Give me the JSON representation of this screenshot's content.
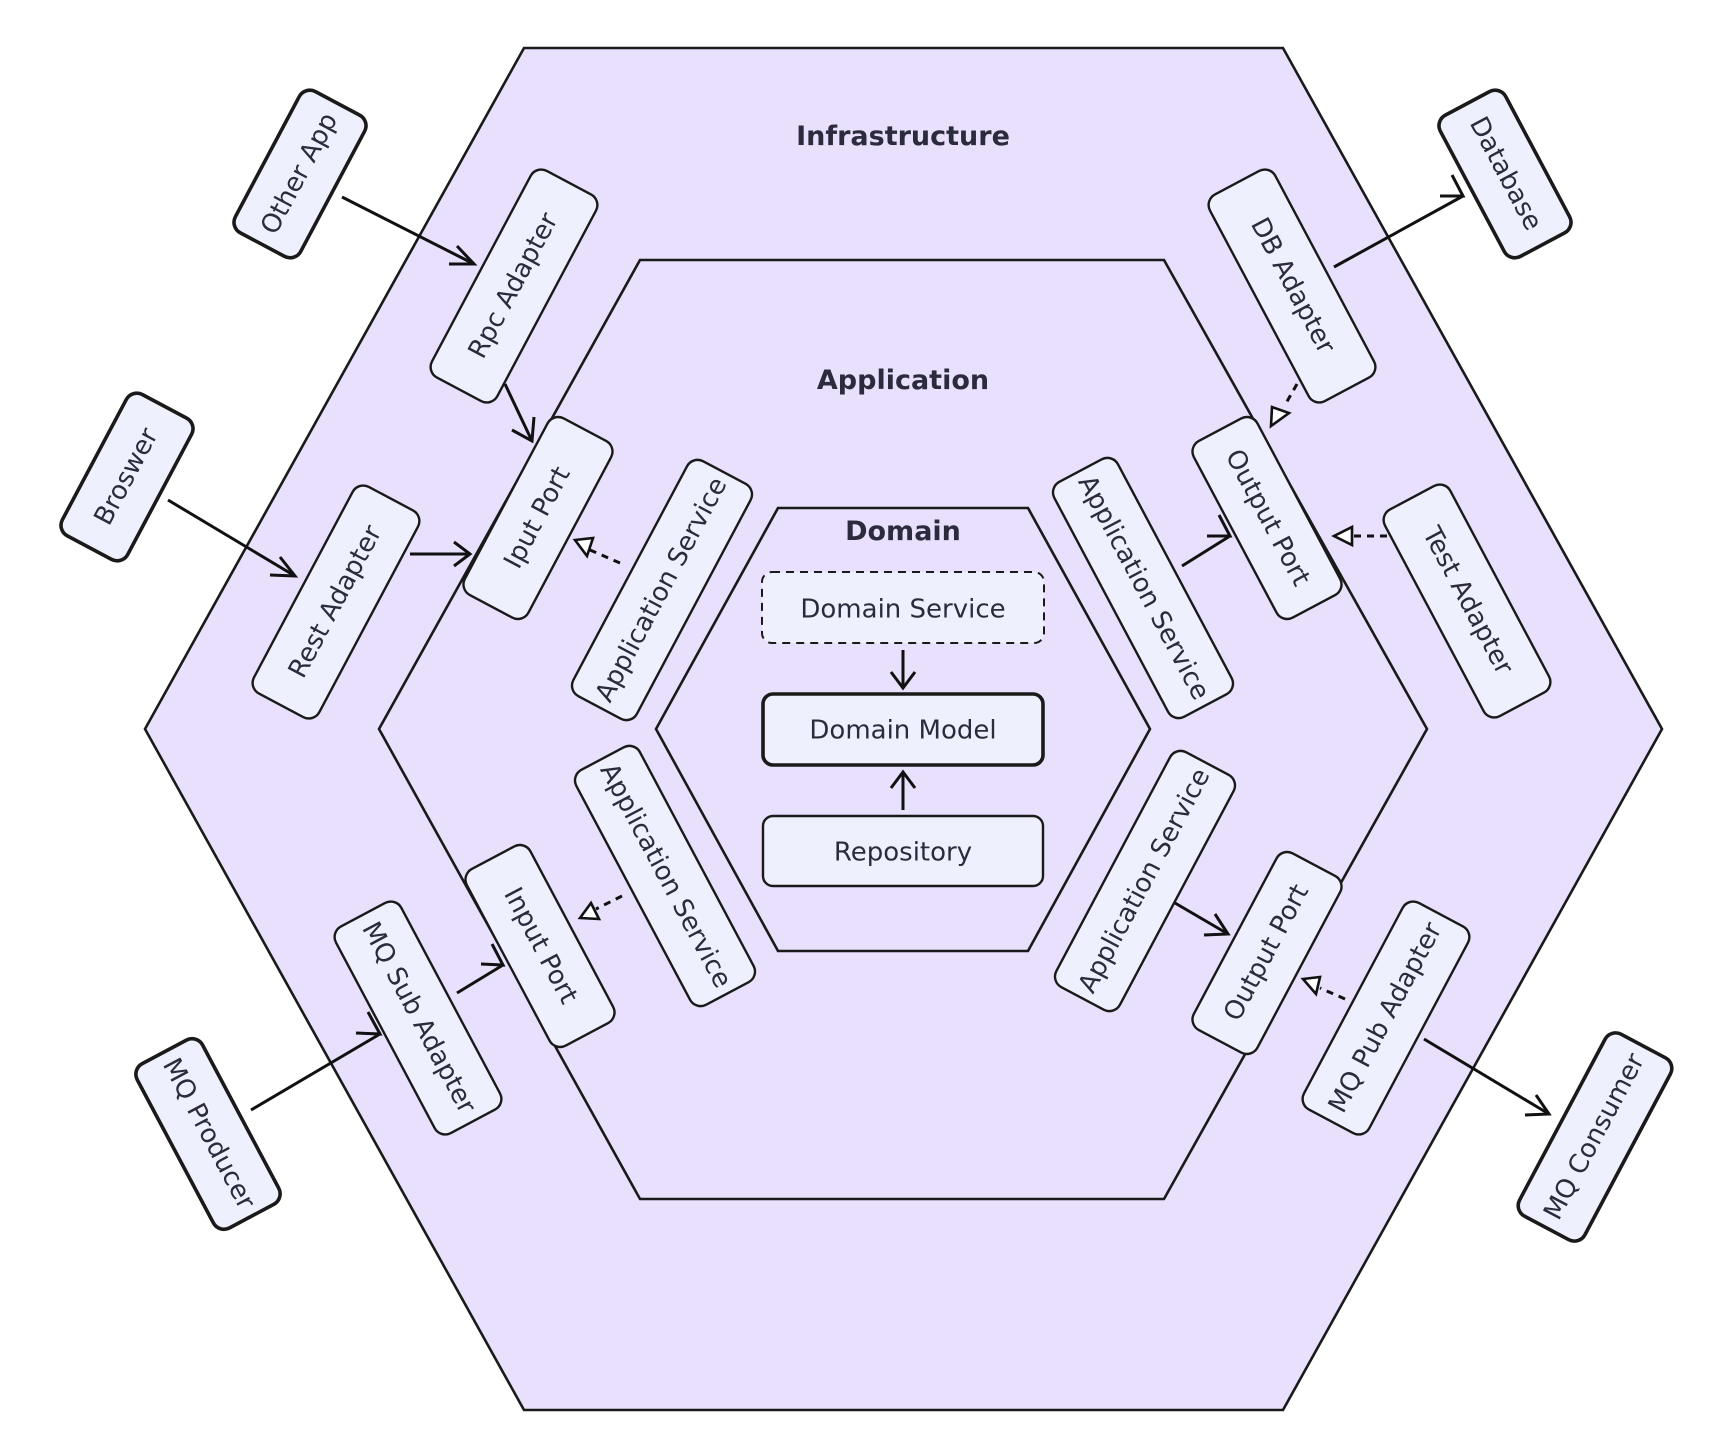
{
  "layers": {
    "infrastructure": "Infrastructure",
    "application": "Application",
    "domain": "Domain"
  },
  "domain": {
    "service": "Domain Service",
    "model": "Domain Model",
    "repository": "Repository"
  },
  "ports": {
    "input_top": "Iput Port",
    "input_bottom": "Input Port",
    "output_top": "Output Port",
    "output_bottom": "Output Port"
  },
  "app_services": {
    "left_top": "Application Service",
    "left_bottom": "Application Service",
    "right_top": "Application Service",
    "right_bottom": "Application Service"
  },
  "adapters": {
    "rpc": "Rpc Adapter",
    "rest": "Rest Adapter",
    "mq_sub": "MQ Sub Adapter",
    "db": "DB Adapter",
    "test": "Test Adapter",
    "mq_pub": "MQ Pub Adapter"
  },
  "external": {
    "other_app": "Other App",
    "browser": "Broswer",
    "mq_producer": "MQ Producer",
    "database": "Database",
    "mq_consumer": "MQ Consumer"
  },
  "colors": {
    "hex_fill": "#e8e0fd",
    "box_fill": "#eef1fd",
    "stroke": "#1a1a1a"
  }
}
